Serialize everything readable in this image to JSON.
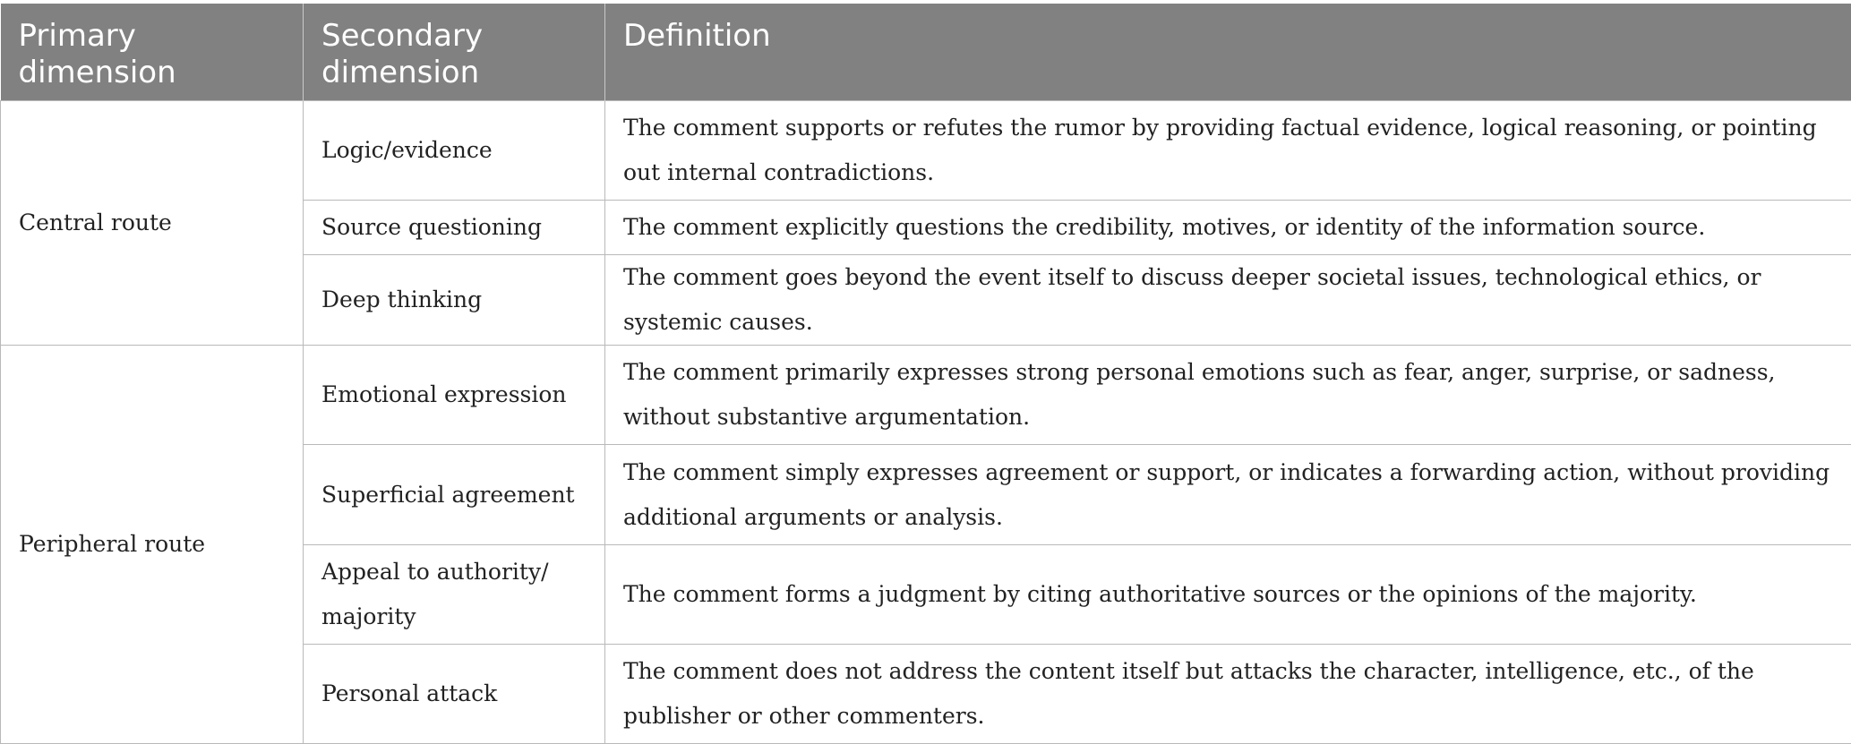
{
  "header": {
    "col1": "Primary dimension",
    "col1_line1": "Primary",
    "col1_line2": "dimension",
    "col2_line1": "Secondary",
    "col2_line2": "dimension",
    "col3": "Definition"
  },
  "groups": [
    {
      "primary": "Central route",
      "rows": [
        {
          "secondary": "Logic/evidence",
          "definition": "The comment supports or refutes the rumor by providing factual evidence, logical reasoning, or pointing out internal contradictions."
        },
        {
          "secondary": "Source questioning",
          "definition": "The comment explicitly questions the credibility, motives, or identity of the information source."
        },
        {
          "secondary": "Deep thinking",
          "definition": "The comment goes beyond the event itself to discuss deeper societal issues, technological ethics, or systemic causes."
        }
      ]
    },
    {
      "primary": "Peripheral route",
      "rows": [
        {
          "secondary": "Emotional expression",
          "definition": "The comment primarily expresses strong personal emotions such as fear, anger, surprise, or sadness, without substantive argumentation."
        },
        {
          "secondary": "Superficial agreement",
          "definition": "The comment simply expresses agreement or support, or indicates a forwarding action, without providing additional arguments or analysis."
        },
        {
          "secondary": "Appeal to authority/ majority",
          "definition": "The comment forms a judgment by citing authoritative sources or the opinions of the majority."
        },
        {
          "secondary": "Personal attack",
          "definition": "The comment does not address the content itself but attacks the character, intelligence, etc., of the publisher or other commenters."
        }
      ]
    }
  ],
  "colors": {
    "header_bg": "#808180",
    "header_text": "#ffffff",
    "border": "#b9b9b9",
    "body_text": "#222222"
  }
}
